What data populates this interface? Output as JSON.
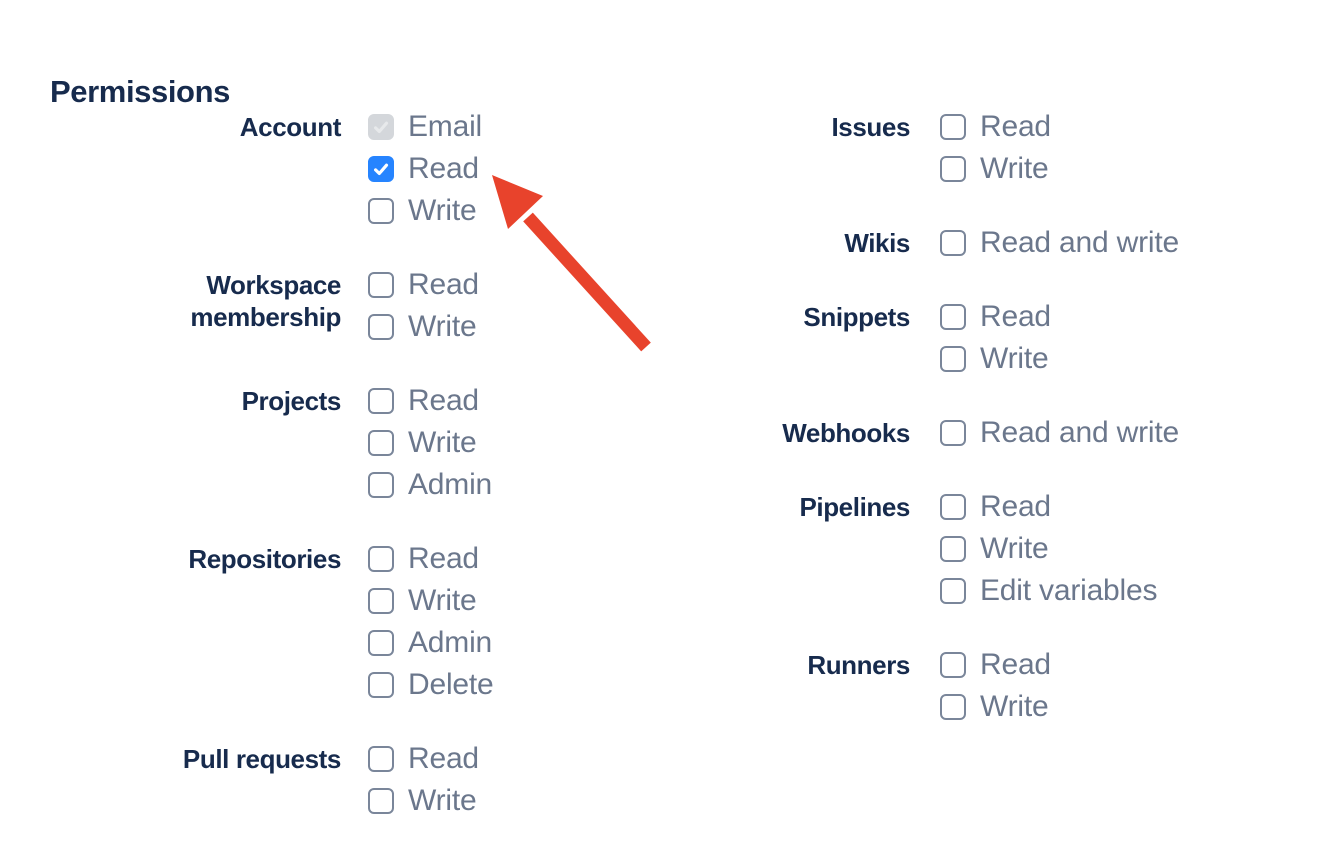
{
  "heading": {
    "title": "Permissions"
  },
  "colors": {
    "heading_text": "#172B4D",
    "group_label_text": "#172B4D",
    "option_label_text": "#6B778C",
    "checkbox_border": "#7A869A",
    "checkbox_checked_bg": "#2684FF",
    "checkbox_checked_check": "#FFFFFF",
    "checkbox_disabled_bg": "#D4D7DB",
    "checkbox_disabled_check": "#E7E9EB",
    "arrow": "#E8432C"
  },
  "permissions": {
    "columns": [
      {
        "groups": [
          {
            "label": "Account",
            "options": [
              {
                "label": "Email",
                "state": "checked_disabled"
              },
              {
                "label": "Read",
                "state": "checked"
              },
              {
                "label": "Write",
                "state": "unchecked"
              }
            ]
          },
          {
            "label": "Workspace membership",
            "options": [
              {
                "label": "Read",
                "state": "unchecked"
              },
              {
                "label": "Write",
                "state": "unchecked"
              }
            ]
          },
          {
            "label": "Projects",
            "options": [
              {
                "label": "Read",
                "state": "unchecked"
              },
              {
                "label": "Write",
                "state": "unchecked"
              },
              {
                "label": "Admin",
                "state": "unchecked"
              }
            ]
          },
          {
            "label": "Repositories",
            "options": [
              {
                "label": "Read",
                "state": "unchecked"
              },
              {
                "label": "Write",
                "state": "unchecked"
              },
              {
                "label": "Admin",
                "state": "unchecked"
              },
              {
                "label": "Delete",
                "state": "unchecked"
              }
            ]
          },
          {
            "label": "Pull requests",
            "options": [
              {
                "label": "Read",
                "state": "unchecked"
              },
              {
                "label": "Write",
                "state": "unchecked"
              }
            ]
          }
        ]
      },
      {
        "groups": [
          {
            "label": "Issues",
            "options": [
              {
                "label": "Read",
                "state": "unchecked"
              },
              {
                "label": "Write",
                "state": "unchecked"
              }
            ]
          },
          {
            "label": "Wikis",
            "options": [
              {
                "label": "Read and write",
                "state": "unchecked"
              }
            ]
          },
          {
            "label": "Snippets",
            "options": [
              {
                "label": "Read",
                "state": "unchecked"
              },
              {
                "label": "Write",
                "state": "unchecked"
              }
            ]
          },
          {
            "label": "Webhooks",
            "options": [
              {
                "label": "Read and write",
                "state": "unchecked"
              }
            ]
          },
          {
            "label": "Pipelines",
            "options": [
              {
                "label": "Read",
                "state": "unchecked"
              },
              {
                "label": "Write",
                "state": "unchecked"
              },
              {
                "label": "Edit variables",
                "state": "unchecked"
              }
            ]
          },
          {
            "label": "Runners",
            "options": [
              {
                "label": "Read",
                "state": "unchecked"
              },
              {
                "label": "Write",
                "state": "unchecked"
              }
            ]
          }
        ]
      }
    ]
  },
  "annotation": {
    "arrow_color": "#E8432C",
    "points_to": "Account Read checkbox"
  }
}
